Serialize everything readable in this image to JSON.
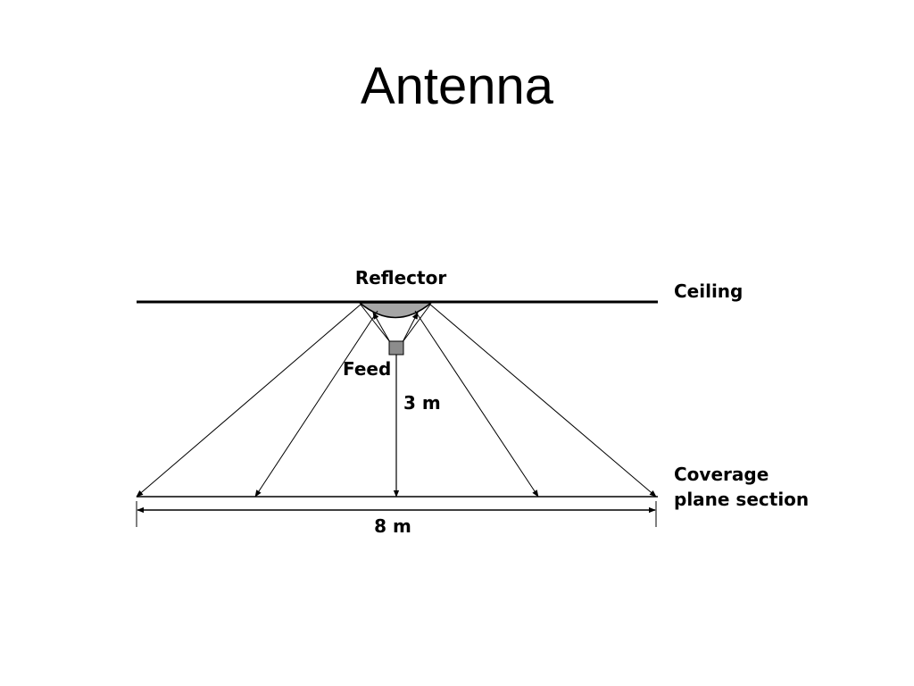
{
  "slide": {
    "title": "Antenna"
  },
  "diagram": {
    "labels": {
      "reflector": "Reflector",
      "ceiling": "Ceiling",
      "feed": "Feed",
      "height": "3 m",
      "coverage_line1": "Coverage",
      "coverage_line2": "plane section",
      "width": "8 m"
    },
    "colors": {
      "line": "#000000",
      "reflector_fill": "#a6a6a6",
      "feed_fill": "#8c8c8c",
      "background": "#ffffff"
    }
  }
}
